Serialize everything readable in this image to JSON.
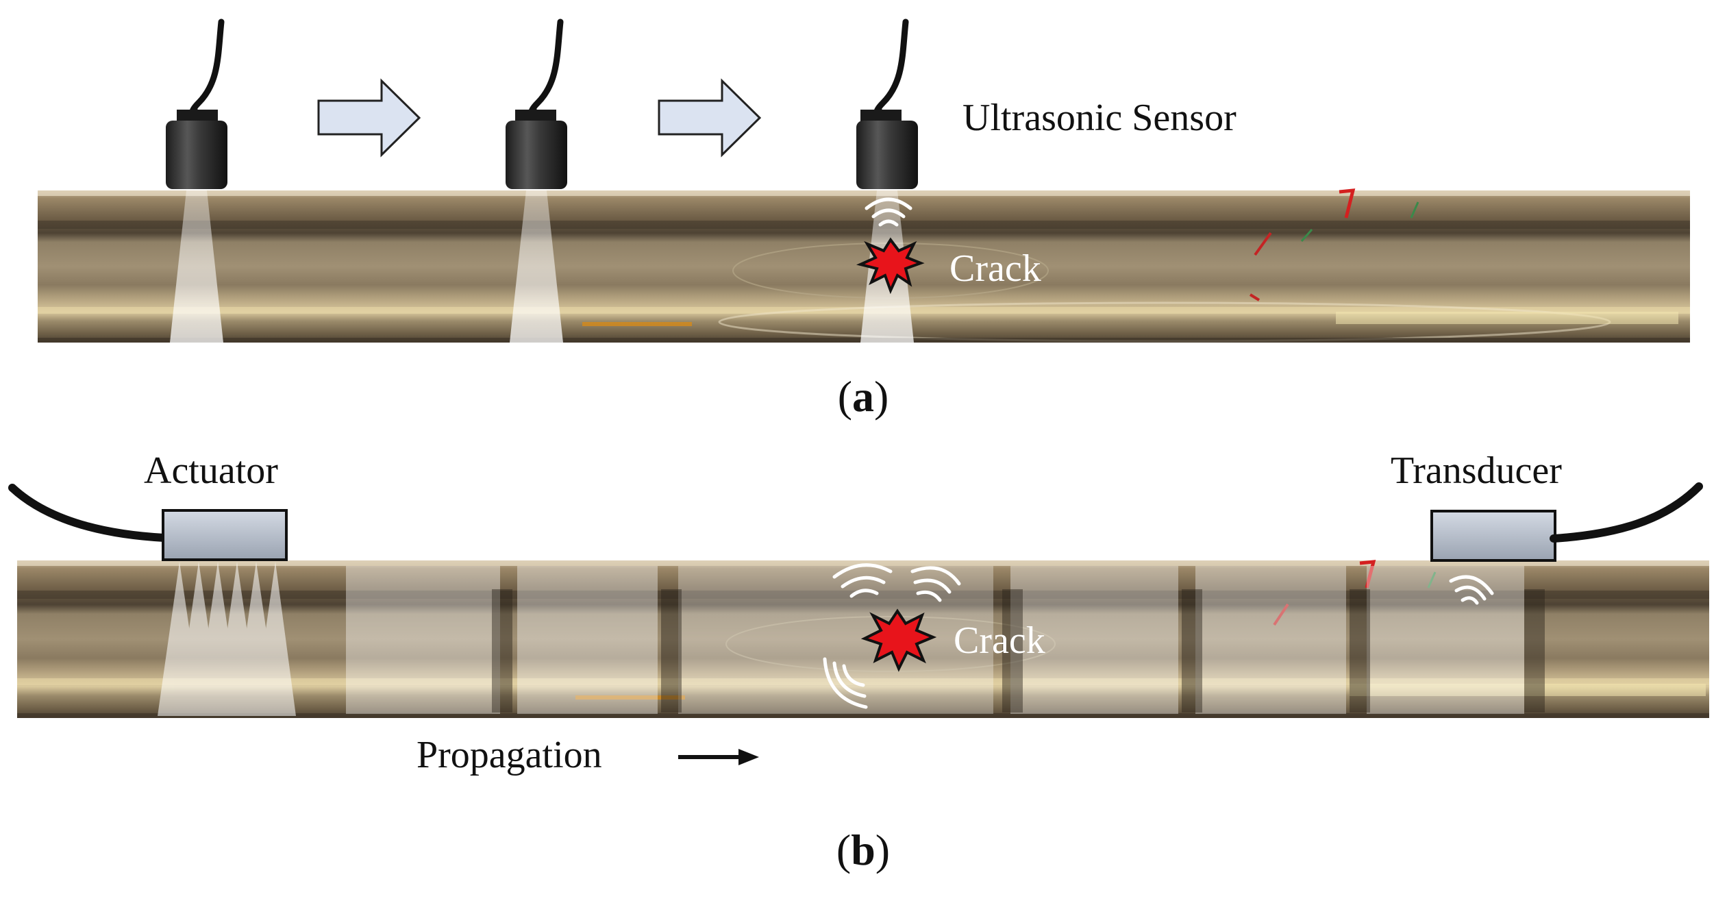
{
  "panel_a": {
    "sensor_label": "Ultrasonic Sensor",
    "crack_label": "Crack",
    "caption_open": "(",
    "caption_letter": "a",
    "caption_close": ")"
  },
  "panel_b": {
    "actuator_label": "Actuator",
    "transducer_label": "Transducer",
    "crack_label": "Crack",
    "propagation_label": "Propagation",
    "caption_open": "(",
    "caption_letter": "b",
    "caption_close": ")"
  },
  "colors": {
    "sensor_body": "#2e2e2e",
    "arrow_fill": "#dbe3f1",
    "crack_fill": "#e8141b",
    "block_fill": "#b4bcc8",
    "rail_base": "#8c7a5e"
  }
}
